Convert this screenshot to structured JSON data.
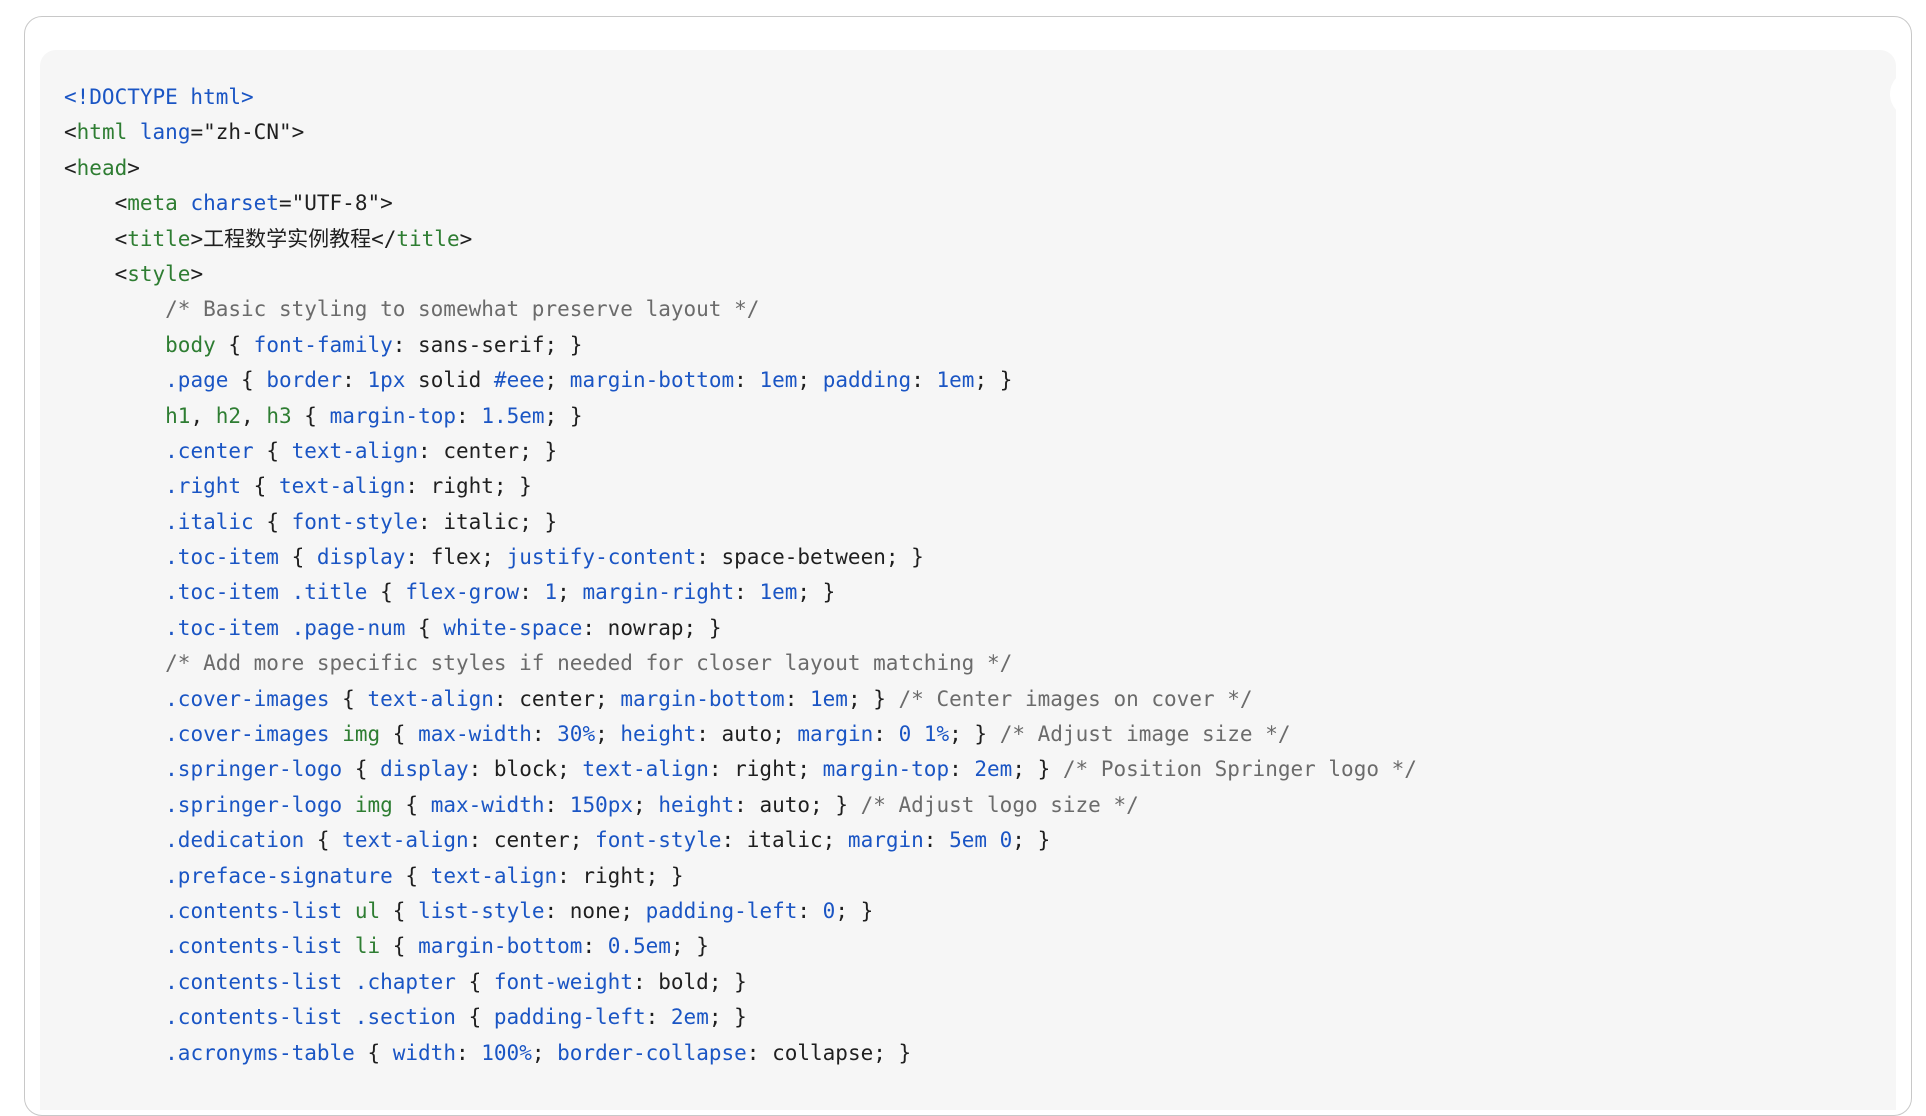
{
  "menu": {
    "icon": "more-vertical-icon",
    "glyph": "⋮"
  },
  "colors": {
    "keyword": "#1a55c4",
    "tag": "#2e7d32",
    "comment": "#6b6b6b",
    "text": "#1f1f1f",
    "panel_bg": "#f6f6f6"
  },
  "code_lines": [
    [
      [
        "kw",
        "<!DOCTYPE html>"
      ]
    ],
    [
      [
        "p",
        "<"
      ],
      [
        "tag",
        "html"
      ],
      [
        "p",
        " "
      ],
      [
        "attr",
        "lang"
      ],
      [
        "p",
        "=\"zh-CN\">"
      ]
    ],
    [
      [
        "p",
        "<"
      ],
      [
        "tag",
        "head"
      ],
      [
        "p",
        ">"
      ]
    ],
    [
      [
        "p",
        "    <"
      ],
      [
        "tag",
        "meta"
      ],
      [
        "p",
        " "
      ],
      [
        "attr",
        "charset"
      ],
      [
        "p",
        "=\"UTF-8\">"
      ]
    ],
    [
      [
        "p",
        "    <"
      ],
      [
        "tag",
        "title"
      ],
      [
        "p",
        ">工程数学实例教程</"
      ],
      [
        "tag",
        "title"
      ],
      [
        "p",
        ">"
      ]
    ],
    [
      [
        "p",
        "    <"
      ],
      [
        "tag",
        "style"
      ],
      [
        "p",
        ">"
      ]
    ],
    [
      [
        "p",
        "        "
      ],
      [
        "cmt",
        "/* Basic styling to somewhat preserve layout */"
      ]
    ],
    [
      [
        "p",
        "        "
      ],
      [
        "tag",
        "body"
      ],
      [
        "p",
        " { "
      ],
      [
        "prop",
        "font-family"
      ],
      [
        "p",
        ": sans-serif; }"
      ]
    ],
    [
      [
        "p",
        "        "
      ],
      [
        "sel",
        ".page"
      ],
      [
        "p",
        " { "
      ],
      [
        "prop",
        "border"
      ],
      [
        "p",
        ": "
      ],
      [
        "num",
        "1px"
      ],
      [
        "p",
        " solid "
      ],
      [
        "num",
        "#eee"
      ],
      [
        "p",
        "; "
      ],
      [
        "prop",
        "margin-bottom"
      ],
      [
        "p",
        ": "
      ],
      [
        "num",
        "1em"
      ],
      [
        "p",
        "; "
      ],
      [
        "prop",
        "padding"
      ],
      [
        "p",
        ": "
      ],
      [
        "num",
        "1em"
      ],
      [
        "p",
        "; }"
      ]
    ],
    [
      [
        "p",
        "        "
      ],
      [
        "tag",
        "h1"
      ],
      [
        "p",
        ", "
      ],
      [
        "tag",
        "h2"
      ],
      [
        "p",
        ", "
      ],
      [
        "tag",
        "h3"
      ],
      [
        "p",
        " { "
      ],
      [
        "prop",
        "margin-top"
      ],
      [
        "p",
        ": "
      ],
      [
        "num",
        "1.5em"
      ],
      [
        "p",
        "; }"
      ]
    ],
    [
      [
        "p",
        "        "
      ],
      [
        "sel",
        ".center"
      ],
      [
        "p",
        " { "
      ],
      [
        "prop",
        "text-align"
      ],
      [
        "p",
        ": center; }"
      ]
    ],
    [
      [
        "p",
        "        "
      ],
      [
        "sel",
        ".right"
      ],
      [
        "p",
        " { "
      ],
      [
        "prop",
        "text-align"
      ],
      [
        "p",
        ": right; }"
      ]
    ],
    [
      [
        "p",
        "        "
      ],
      [
        "sel",
        ".italic"
      ],
      [
        "p",
        " { "
      ],
      [
        "prop",
        "font-style"
      ],
      [
        "p",
        ": italic; }"
      ]
    ],
    [
      [
        "p",
        "        "
      ],
      [
        "sel",
        ".toc-item"
      ],
      [
        "p",
        " { "
      ],
      [
        "prop",
        "display"
      ],
      [
        "p",
        ": flex; "
      ],
      [
        "prop",
        "justify-content"
      ],
      [
        "p",
        ": space-between; }"
      ]
    ],
    [
      [
        "p",
        "        "
      ],
      [
        "sel",
        ".toc-item .title"
      ],
      [
        "p",
        " { "
      ],
      [
        "prop",
        "flex-grow"
      ],
      [
        "p",
        ": "
      ],
      [
        "num",
        "1"
      ],
      [
        "p",
        "; "
      ],
      [
        "prop",
        "margin-right"
      ],
      [
        "p",
        ": "
      ],
      [
        "num",
        "1em"
      ],
      [
        "p",
        "; }"
      ]
    ],
    [
      [
        "p",
        "        "
      ],
      [
        "sel",
        ".toc-item .page-num"
      ],
      [
        "p",
        " { "
      ],
      [
        "prop",
        "white-space"
      ],
      [
        "p",
        ": nowrap; }"
      ]
    ],
    [
      [
        "p",
        "        "
      ],
      [
        "cmt",
        "/* Add more specific styles if needed for closer layout matching */"
      ]
    ],
    [
      [
        "p",
        "        "
      ],
      [
        "sel",
        ".cover-images"
      ],
      [
        "p",
        " { "
      ],
      [
        "prop",
        "text-align"
      ],
      [
        "p",
        ": center; "
      ],
      [
        "prop",
        "margin-bottom"
      ],
      [
        "p",
        ": "
      ],
      [
        "num",
        "1em"
      ],
      [
        "p",
        "; } "
      ],
      [
        "cmt",
        "/* Center images on cover */"
      ]
    ],
    [
      [
        "p",
        "        "
      ],
      [
        "sel",
        ".cover-images"
      ],
      [
        "p",
        " "
      ],
      [
        "tag",
        "img"
      ],
      [
        "p",
        " { "
      ],
      [
        "prop",
        "max-width"
      ],
      [
        "p",
        ": "
      ],
      [
        "num",
        "30%"
      ],
      [
        "p",
        "; "
      ],
      [
        "prop",
        "height"
      ],
      [
        "p",
        ": auto; "
      ],
      [
        "prop",
        "margin"
      ],
      [
        "p",
        ": "
      ],
      [
        "num",
        "0 1%"
      ],
      [
        "p",
        "; } "
      ],
      [
        "cmt",
        "/* Adjust image size */"
      ]
    ],
    [
      [
        "p",
        "        "
      ],
      [
        "sel",
        ".springer-logo"
      ],
      [
        "p",
        " { "
      ],
      [
        "prop",
        "display"
      ],
      [
        "p",
        ": block; "
      ],
      [
        "prop",
        "text-align"
      ],
      [
        "p",
        ": right; "
      ],
      [
        "prop",
        "margin-top"
      ],
      [
        "p",
        ": "
      ],
      [
        "num",
        "2em"
      ],
      [
        "p",
        "; } "
      ],
      [
        "cmt",
        "/* Position Springer logo */"
      ]
    ],
    [
      [
        "p",
        "        "
      ],
      [
        "sel",
        ".springer-logo"
      ],
      [
        "p",
        " "
      ],
      [
        "tag",
        "img"
      ],
      [
        "p",
        " { "
      ],
      [
        "prop",
        "max-width"
      ],
      [
        "p",
        ": "
      ],
      [
        "num",
        "150px"
      ],
      [
        "p",
        "; "
      ],
      [
        "prop",
        "height"
      ],
      [
        "p",
        ": auto; } "
      ],
      [
        "cmt",
        "/* Adjust logo size */"
      ]
    ],
    [
      [
        "p",
        "        "
      ],
      [
        "sel",
        ".dedication"
      ],
      [
        "p",
        " { "
      ],
      [
        "prop",
        "text-align"
      ],
      [
        "p",
        ": center; "
      ],
      [
        "prop",
        "font-style"
      ],
      [
        "p",
        ": italic; "
      ],
      [
        "prop",
        "margin"
      ],
      [
        "p",
        ": "
      ],
      [
        "num",
        "5em 0"
      ],
      [
        "p",
        "; }"
      ]
    ],
    [
      [
        "p",
        "        "
      ],
      [
        "sel",
        ".preface-signature"
      ],
      [
        "p",
        " { "
      ],
      [
        "prop",
        "text-align"
      ],
      [
        "p",
        ": right; }"
      ]
    ],
    [
      [
        "p",
        "        "
      ],
      [
        "sel",
        ".contents-list"
      ],
      [
        "p",
        " "
      ],
      [
        "tag",
        "ul"
      ],
      [
        "p",
        " { "
      ],
      [
        "prop",
        "list-style"
      ],
      [
        "p",
        ": none; "
      ],
      [
        "prop",
        "padding-left"
      ],
      [
        "p",
        ": "
      ],
      [
        "num",
        "0"
      ],
      [
        "p",
        "; }"
      ]
    ],
    [
      [
        "p",
        "        "
      ],
      [
        "sel",
        ".contents-list"
      ],
      [
        "p",
        " "
      ],
      [
        "tag",
        "li"
      ],
      [
        "p",
        " { "
      ],
      [
        "prop",
        "margin-bottom"
      ],
      [
        "p",
        ": "
      ],
      [
        "num",
        "0.5em"
      ],
      [
        "p",
        "; }"
      ]
    ],
    [
      [
        "p",
        "        "
      ],
      [
        "sel",
        ".contents-list .chapter"
      ],
      [
        "p",
        " { "
      ],
      [
        "prop",
        "font-weight"
      ],
      [
        "p",
        ": bold; }"
      ]
    ],
    [
      [
        "p",
        "        "
      ],
      [
        "sel",
        ".contents-list .section"
      ],
      [
        "p",
        " { "
      ],
      [
        "prop",
        "padding-left"
      ],
      [
        "p",
        ": "
      ],
      [
        "num",
        "2em"
      ],
      [
        "p",
        "; }"
      ]
    ],
    [
      [
        "p",
        "        "
      ],
      [
        "sel",
        ".acronyms-table"
      ],
      [
        "p",
        " { "
      ],
      [
        "prop",
        "width"
      ],
      [
        "p",
        ": "
      ],
      [
        "num",
        "100%"
      ],
      [
        "p",
        "; "
      ],
      [
        "prop",
        "border-collapse"
      ],
      [
        "p",
        ": collapse; }"
      ]
    ]
  ]
}
